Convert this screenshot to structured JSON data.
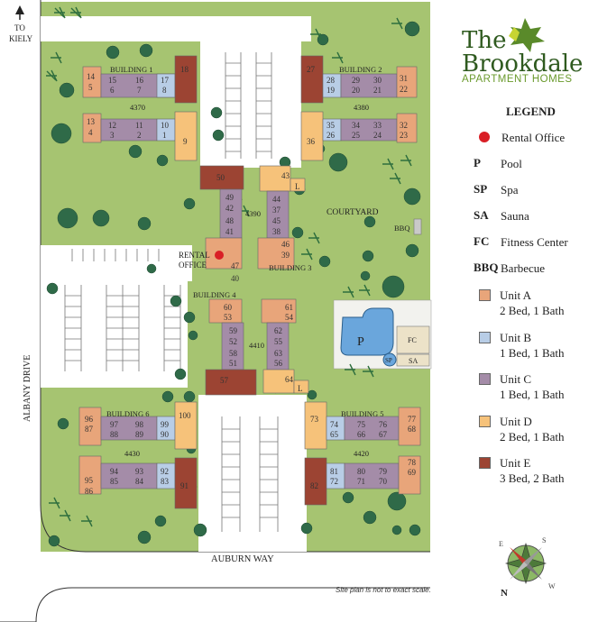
{
  "brand": {
    "name_line1": "The",
    "name_line2": "Brookdale",
    "tagline": "APARTMENT HOMES"
  },
  "streets": {
    "to_kiely": "TO\nKIELY",
    "albany": "ALBANY DRIVE",
    "auburn": "AUBURN WAY"
  },
  "labels": {
    "courtyard": "COURTYARD",
    "bbq": "BBQ",
    "rental_office_1": "RENTAL",
    "rental_office_2": "OFFICE",
    "pool": "P",
    "fc": "FC",
    "sp": "SP",
    "sa": "SA"
  },
  "buildings": {
    "b1": "BUILDING 1",
    "b2": "BUILDING 2",
    "b3": "BUILDING 3",
    "b4": "BUILDING 4",
    "b5": "BUILDING 5",
    "b6": "BUILDING 6",
    "n4370": "4370",
    "n4380": "4380",
    "n4390": "4390",
    "n4410": "4410",
    "n4420": "4420",
    "n4430": "4430"
  },
  "units": {
    "u1": "1",
    "u2": "2",
    "u3": "3",
    "u4": "4",
    "u5": "5",
    "u6": "6",
    "u7": "7",
    "u8": "8",
    "u9": "9",
    "u10": "10",
    "u11": "11",
    "u12": "12",
    "u13": "13",
    "u14": "14",
    "u15": "15",
    "u16": "16",
    "u17": "17",
    "u18": "18",
    "u19": "19",
    "u20": "20",
    "u21": "21",
    "u22": "22",
    "u23": "23",
    "u24": "24",
    "u25": "25",
    "u26": "26",
    "u27": "27",
    "u28": "28",
    "u29": "29",
    "u30": "30",
    "u31": "31",
    "u32": "32",
    "u33": "33",
    "u34": "34",
    "u35": "35",
    "u36": "36",
    "u37": "37",
    "u38": "38",
    "u39": "39",
    "u40": "40",
    "u41": "41",
    "u42": "42",
    "u43": "43",
    "u44": "44",
    "u45": "45",
    "u46": "46",
    "u47": "47",
    "u48": "48",
    "u49": "49",
    "u50": "50",
    "u51": "51",
    "u52": "52",
    "u53": "53",
    "u54": "54",
    "u55": "55",
    "u56": "56",
    "u57": "57",
    "u58": "58",
    "u59": "59",
    "u60": "60",
    "u61": "61",
    "u62": "62",
    "u63": "63",
    "u64": "64",
    "u65": "65",
    "u66": "66",
    "u67": "67",
    "u68": "68",
    "u69": "69",
    "u70": "70",
    "u71": "71",
    "u72": "72",
    "u73": "73",
    "u74": "74",
    "u75": "75",
    "u76": "76",
    "u77": "77",
    "u78": "78",
    "u79": "79",
    "u80": "80",
    "u81": "81",
    "u82": "82",
    "u83": "83",
    "u84": "84",
    "u85": "85",
    "u86": "86",
    "u87": "87",
    "u88": "88",
    "u89": "89",
    "u90": "90",
    "u91": "91",
    "u92": "92",
    "u93": "93",
    "u94": "94",
    "u95": "95",
    "u96": "96",
    "u97": "97",
    "u98": "98",
    "u99": "99",
    "u100": "100",
    "L": "L"
  },
  "legend": {
    "title": "LEGEND",
    "rental_office": "Rental Office",
    "pool_sym": "P",
    "pool": "Pool",
    "spa_sym": "SP",
    "spa": "Spa",
    "sauna_sym": "SA",
    "sauna": "Sauna",
    "fc_sym": "FC",
    "fc": "Fitness Center",
    "bbq_sym": "BBQ",
    "bbq": "Barbecue",
    "unit_a": "Unit A",
    "unit_a_desc": "2 Bed, 1 Bath",
    "unit_b": "Unit B",
    "unit_b_desc": "1 Bed, 1 Bath",
    "unit_c": "Unit C",
    "unit_c_desc": "1 Bed, 1 Bath",
    "unit_d": "Unit D",
    "unit_d_desc": "2 Bed, 1 Bath",
    "unit_e": "Unit E",
    "unit_e_desc": "3 Bed, 2 Bath"
  },
  "compass": {
    "n": "N",
    "e": "E",
    "s": "S",
    "w": "W"
  },
  "note": "Site plan is not to exact scale.",
  "colors": {
    "grass": "#a6c471",
    "road": "#ffffff",
    "unit_a": "#e8a57a",
    "unit_b": "#b8cde6",
    "unit_c": "#a48ca8",
    "unit_d": "#f6c27a",
    "unit_e": "#9c4433",
    "rental_dot": "#d91f26",
    "pool": "#6aa6dc"
  }
}
